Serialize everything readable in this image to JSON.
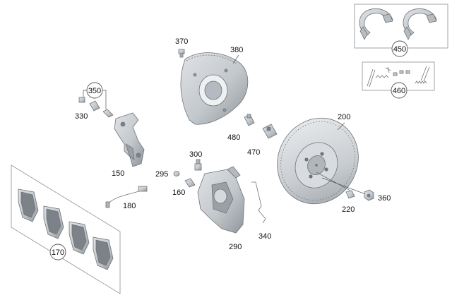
{
  "diagram": {
    "type": "exploded-parts-view",
    "labels": {
      "p370": "370",
      "p380": "380",
      "p350": "350",
      "p330": "330",
      "p150": "150",
      "p300": "300",
      "p295": "295",
      "p160": "160",
      "p180": "180",
      "p480": "480",
      "p470": "470",
      "p200": "200",
      "p220": "220",
      "p360": "360",
      "p290": "290",
      "p340": "340",
      "p170": "170",
      "p450": "450",
      "p460": "460"
    },
    "colors": {
      "part_fill": "#c9cdd1",
      "part_shadow": "#9aa0a6",
      "part_dark": "#7c8288",
      "line": "#555555",
      "background": "#ffffff"
    }
  }
}
